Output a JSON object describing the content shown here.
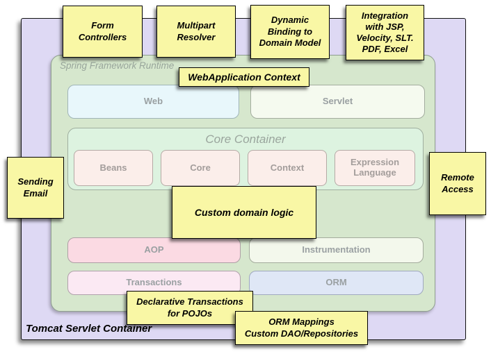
{
  "colors": {
    "note_yellow": "#f9f7a5",
    "tomcat_lavender": "#ded9f4",
    "runtime_green": "#d6e7cd",
    "core_container_mint": "#ddf3e0",
    "web_cyan": "#e8f7fb",
    "aop_pink": "#fbdae3",
    "orm_blue": "#dfe7f6"
  },
  "containers": {
    "tomcat": {
      "label": "Tomcat Servlet Container"
    },
    "runtime": {
      "label": "Spring Framework Runtime"
    },
    "core": {
      "title": "Core Container"
    }
  },
  "modules": {
    "web": {
      "label": "Web"
    },
    "servlet": {
      "label": "Servlet"
    },
    "beans": {
      "label": "Beans"
    },
    "core": {
      "label": "Core"
    },
    "context": {
      "label": "Context"
    },
    "expression_language": {
      "label": "Expression Language"
    },
    "aop": {
      "label": "AOP"
    },
    "instrumentation": {
      "label": "Instrumentation"
    },
    "transactions": {
      "label": "Transactions"
    },
    "orm": {
      "label": "ORM"
    }
  },
  "notes": {
    "form_controllers": {
      "text": "Form\nControllers"
    },
    "multipart_resolver": {
      "text": "Multipart\nResolver"
    },
    "dynamic_binding": {
      "text": "Dynamic\nBinding to\nDomain Model"
    },
    "integration": {
      "text": "Integration\nwith JSP,\nVelocity, SLT.\nPDF, Excel"
    },
    "webapplication_context": {
      "text": "WebApplication Context"
    },
    "sending_email": {
      "text": "Sending\nEmail"
    },
    "remote_access": {
      "text": "Remote\nAccess"
    },
    "custom_domain_logic": {
      "text": "Custom domain logic"
    },
    "declarative_transactions": {
      "text": "Declarative Transactions\nfor POJOs"
    },
    "orm_mappings": {
      "text": "ORM Mappings\nCustom DAO/Repositories"
    }
  }
}
